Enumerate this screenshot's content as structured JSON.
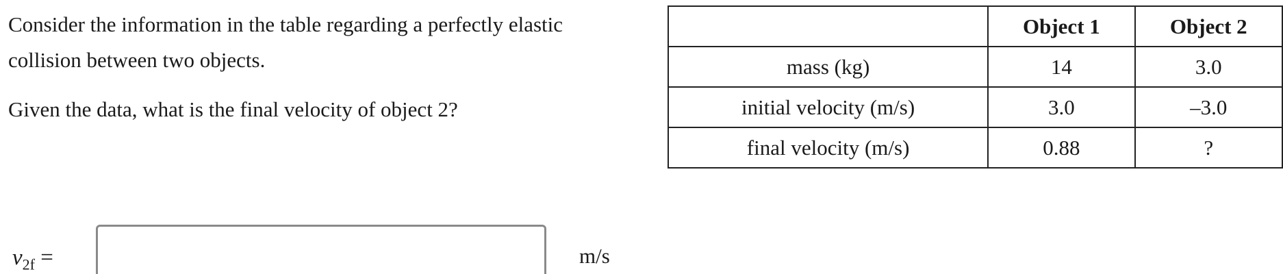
{
  "question": {
    "line1": "Consider the information in the table regarding a perfectly elastic collision between two objects.",
    "line2": "Given the data, what is the final velocity of object 2?"
  },
  "table": {
    "headers": [
      "",
      "Object 1",
      "Object 2"
    ],
    "rows": [
      {
        "label": "mass (kg)",
        "object1": "14",
        "object2": "3.0"
      },
      {
        "label": "initial velocity (m/s)",
        "object1": "3.0",
        "object2": "–3.0"
      },
      {
        "label": "final velocity (m/s)",
        "object1": "0.88",
        "object2": "?"
      }
    ]
  },
  "answer": {
    "var_symbol": "v",
    "var_subscript": "2f",
    "equals": "=",
    "value": "",
    "placeholder": "",
    "unit": "m/s"
  }
}
